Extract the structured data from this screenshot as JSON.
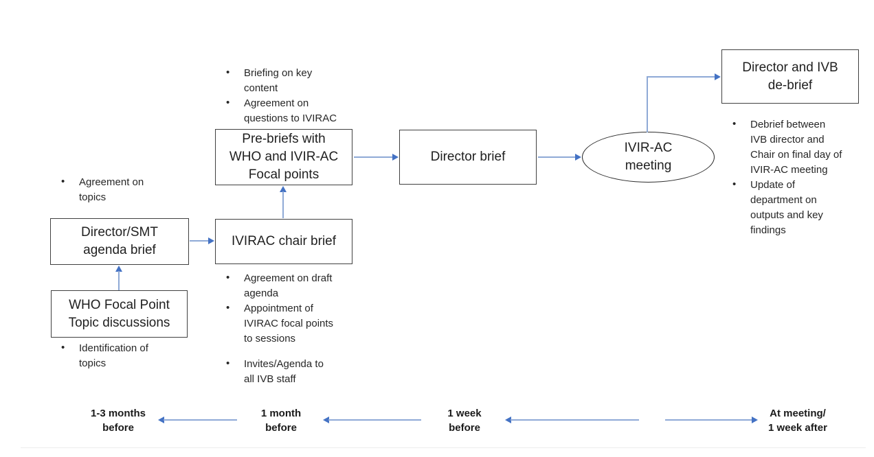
{
  "colors": {
    "arrow_head": "#4472c4",
    "arrow_line": "#8ea9d6",
    "box_border": "#3f3f3f",
    "text": "#262626"
  },
  "nodes": {
    "who_focal": "WHO Focal Point\nTopic discussions",
    "director_smt": "Director/SMT\nagenda brief",
    "ivirac_chair": "IVIRAC chair brief",
    "pre_briefs": "Pre-briefs with\nWHO and IVIR-AC\nFocal points",
    "director_brief": "Director brief",
    "ivirac_meeting": "IVIR-AC\nmeeting",
    "debrief": "Director and IVB\nde-brief"
  },
  "bullets": {
    "topics_agreement": [
      "Agreement on\ntopics"
    ],
    "topics_identification": [
      "Identification of\ntopics"
    ],
    "pre_brief": [
      "Briefing on key\ncontent",
      "Agreement on\nquestions to IVIRAC"
    ],
    "chair_brief": [
      "Agreement on draft\nagenda",
      "Appointment of\nIVIRAC focal points\nto sessions",
      "Invites/Agenda to\nall IVB staff"
    ],
    "debrief": [
      "Debrief between\nIVB director and\nChair on final day of\nIVIR-AC meeting",
      "Update of\ndepartment on\noutputs and key\nfindings"
    ]
  },
  "timeline": {
    "labels": [
      "1-3 months\nbefore",
      "1 month\nbefore",
      "1 week\nbefore",
      "At meeting/\n1 week after"
    ]
  }
}
